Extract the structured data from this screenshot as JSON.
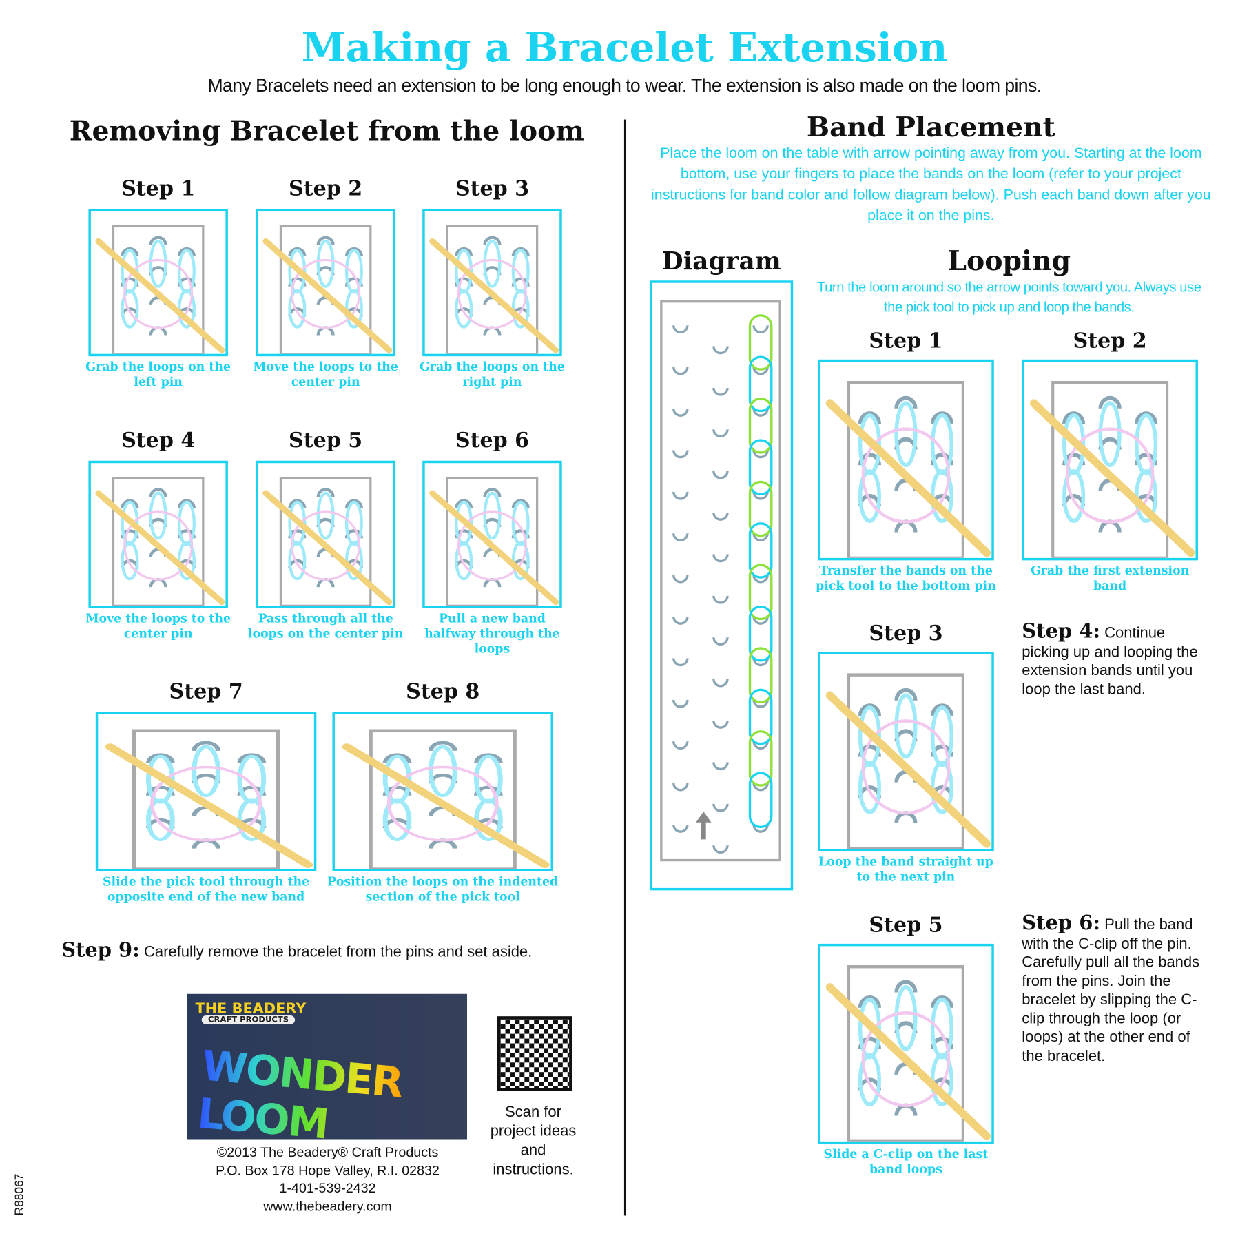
{
  "title": "Making a Bracelet Extension",
  "subtitle": "Many Bracelets need an extension to be long enough to wear. The extension is also made on the loom pins.",
  "removing": {
    "heading": "Removing Bracelet from the loom",
    "steps": [
      {
        "title": "Step 1",
        "caption": "Grab the loops on the left pin"
      },
      {
        "title": "Step 2",
        "caption": "Move the loops to the center pin"
      },
      {
        "title": "Step 3",
        "caption": "Grab the loops on the right pin"
      },
      {
        "title": "Step 4",
        "caption": "Move the loops to the center pin"
      },
      {
        "title": "Step 5",
        "caption": "Pass through all the loops on the center pin"
      },
      {
        "title": "Step 6",
        "caption": "Pull a new band halfway through the loops"
      },
      {
        "title": "Step 7",
        "caption": "Slide the pick tool through the opposite end of the new band"
      },
      {
        "title": "Step 8",
        "caption": "Position the loops on the indented section of the pick tool"
      }
    ],
    "step9_label": "Step 9:",
    "step9_text": "Carefully remove the bracelet from the pins and set aside."
  },
  "footer": {
    "logo_text": "THE BEADERY CRAFT PRODUCTS WONDER LOOM",
    "copyright": "©2013 The Beadery® Craft Products",
    "address": "P.O. Box 178 Hope Valley, R.I. 02832",
    "phone": "1-401-539-2432",
    "website": "www.thebeadery.com",
    "qr_caption": "Scan for project ideas and instructions.",
    "code": "R88067"
  },
  "band_placement": {
    "heading": "Band Placement",
    "text": "Place the loom on the table with arrow pointing away from you. Starting at the loom bottom, use your fingers to place the bands on the loom (refer to your project instructions for band color and follow diagram below). Push each band down after you place it on the pins."
  },
  "diagram": {
    "heading": "Diagram"
  },
  "looping": {
    "heading": "Looping",
    "text": "Turn the loom around so the arrow points toward you. Always use the pick tool to pick up and loop the bands.",
    "steps": [
      {
        "title": "Step 1",
        "caption": "Transfer the bands on the pick tool to the bottom pin"
      },
      {
        "title": "Step 2",
        "caption": "Grab the first extension band"
      },
      {
        "title": "Step 3",
        "caption": "Loop the band straight up to the next pin"
      },
      {
        "label": "Step 4:",
        "text": "Continue picking up and looping the extension bands until you loop the last band."
      },
      {
        "title": "Step 5",
        "caption": "Slide a C-clip on the last band loops"
      },
      {
        "label": "Step 6:",
        "text": "Pull the band with the C-clip off the pin. Carefully pull all the bands from the pins. Join the bracelet by slipping the C-clip through the loop (or loops) at the other end of the bracelet."
      }
    ]
  },
  "colors": {
    "accent": "#1ad3f0",
    "green": "#8ee03a",
    "pin": "#8aa6b4",
    "tool": "#f2d27a"
  }
}
